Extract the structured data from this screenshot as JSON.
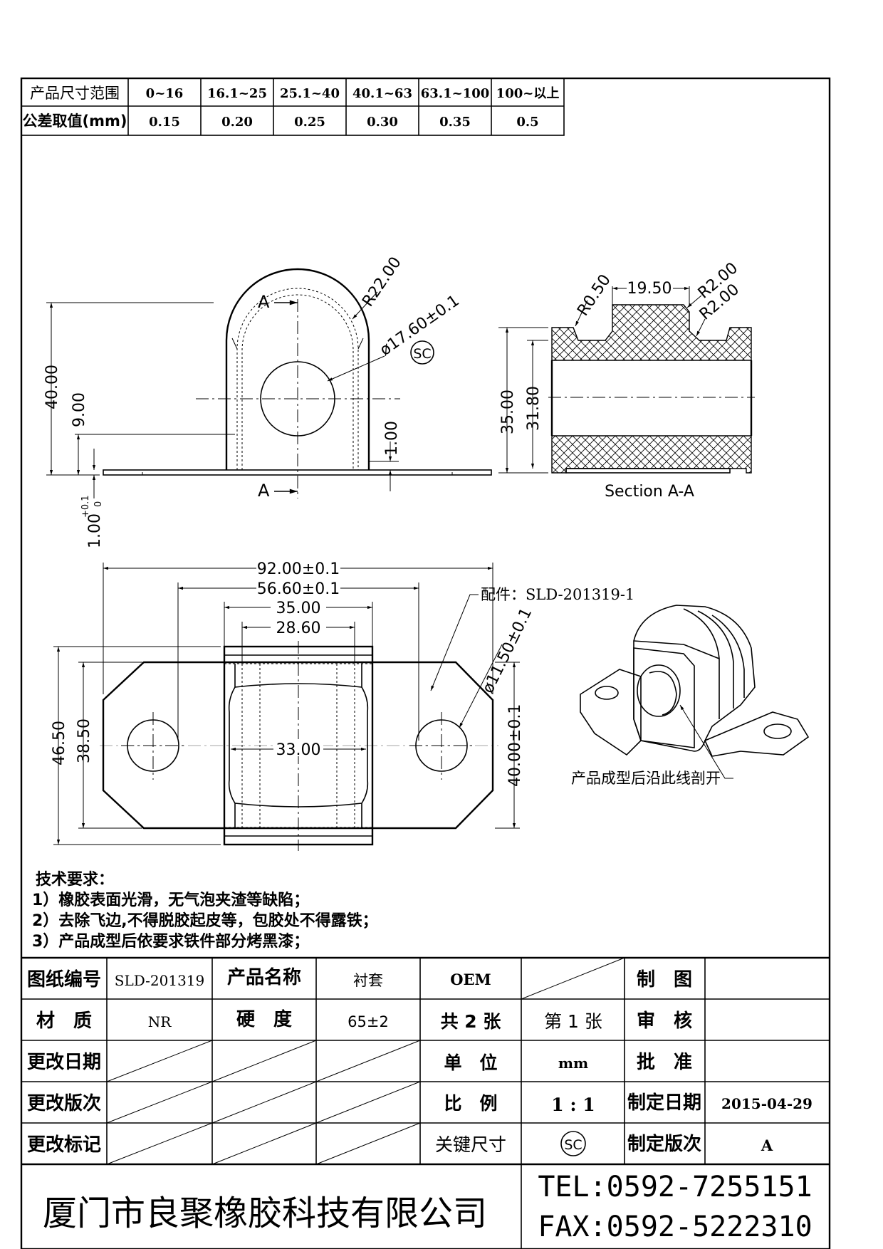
{
  "tolerance_table": {
    "row1_label": "产品尺寸范围",
    "row2_label": "公差取值(mm)",
    "ranges": [
      "0~16",
      "16.1~25",
      "25.1~40",
      "40.1~63",
      "63.1~100",
      "100~以上"
    ],
    "tolerances": [
      "0.15",
      "0.20",
      "0.25",
      "0.30",
      "0.35",
      "0.5"
    ]
  },
  "front_view": {
    "section_marker": "A",
    "radius": "R22.00",
    "bore": "ø17.60±0.1",
    "sc_mark": "SC",
    "height": "40.00",
    "center_height": "9.00",
    "gap": "1.00",
    "plate_thickness": "1.00",
    "plate_tol_upper": "+0.1",
    "plate_tol_lower": "0"
  },
  "section_view": {
    "caption": "Section A-A",
    "radius_left": "R0.50",
    "top_width": "19.50",
    "radius_right_1": "R2.00",
    "radius_right_2": "R2.00",
    "outer_height": "35.00",
    "inner_height": "31.80"
  },
  "top_view": {
    "overall_width": "92.00±0.1",
    "hole_spacing": "56.60±0.1",
    "body_width": "35.00",
    "inner_width": "28.60",
    "waist": "33.00",
    "hole_dia": "ø11.50±0.1",
    "overall_height": "46.50",
    "inner_height": "38.50",
    "hole_vertical": "40.00±0.1"
  },
  "iso_view": {
    "part_note": "配件：SLD-201319-1",
    "cut_note": "产品成型后沿此线剖开"
  },
  "tech_requirements": {
    "heading": "技术要求：",
    "items": [
      "1）橡胶表面光滑，无气泡夹渣等缺陷；",
      "2）去除飞边,不得脱胶起皮等，包胶处不得露铁；",
      "3）产品成型后依要求铁件部分烤黑漆；"
    ]
  },
  "title_block": {
    "drawing_no_label": "图纸编号",
    "drawing_no": "SLD-201319",
    "product_name_label": "产品名称",
    "product_name": "衬套",
    "oem": "OEM",
    "drawn_label": "制　图",
    "material_label": "材　质",
    "material": "NR",
    "hardness_label": "硬　度",
    "hardness": "65±2",
    "sheets_total": "共 2 张",
    "sheet_no": "第 1 张",
    "review_label": "审　核",
    "change_date_label": "更改日期",
    "unit_label": "单　位",
    "unit": "mm",
    "approve_label": "批　准",
    "change_version_label": "更改版次",
    "scale_label": "比　例",
    "scale": "1 : 1",
    "issue_date_label": "制定日期",
    "issue_date": "2015-04-29",
    "change_mark_label": "更改标记",
    "key_dim_label": "关键尺寸",
    "key_dim_symbol": "SC",
    "issue_version_label": "制定版次",
    "issue_version": "A",
    "company": "厦门市良聚橡胶科技有限公司",
    "tel": "TEL:0592-7255151",
    "fax": "FAX:0592-5222310"
  }
}
